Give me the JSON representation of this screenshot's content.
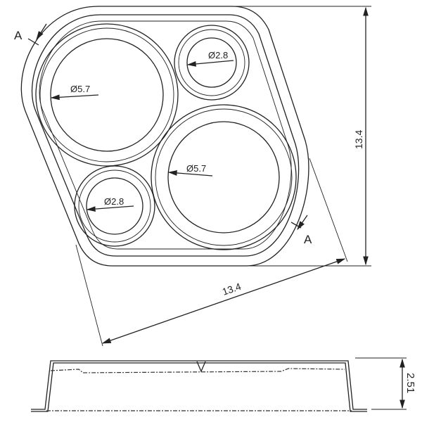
{
  "plan_view": {
    "diameters": [
      {
        "label": "Ø5.7"
      },
      {
        "label": "Ø2.8"
      },
      {
        "label": "Ø5.7"
      },
      {
        "label": "Ø2.8"
      }
    ],
    "section_marks": [
      "A",
      "A"
    ],
    "dimensions": {
      "height": "13.4",
      "diagonal": "13.4"
    }
  },
  "side_view": {
    "height": "2.51"
  }
}
